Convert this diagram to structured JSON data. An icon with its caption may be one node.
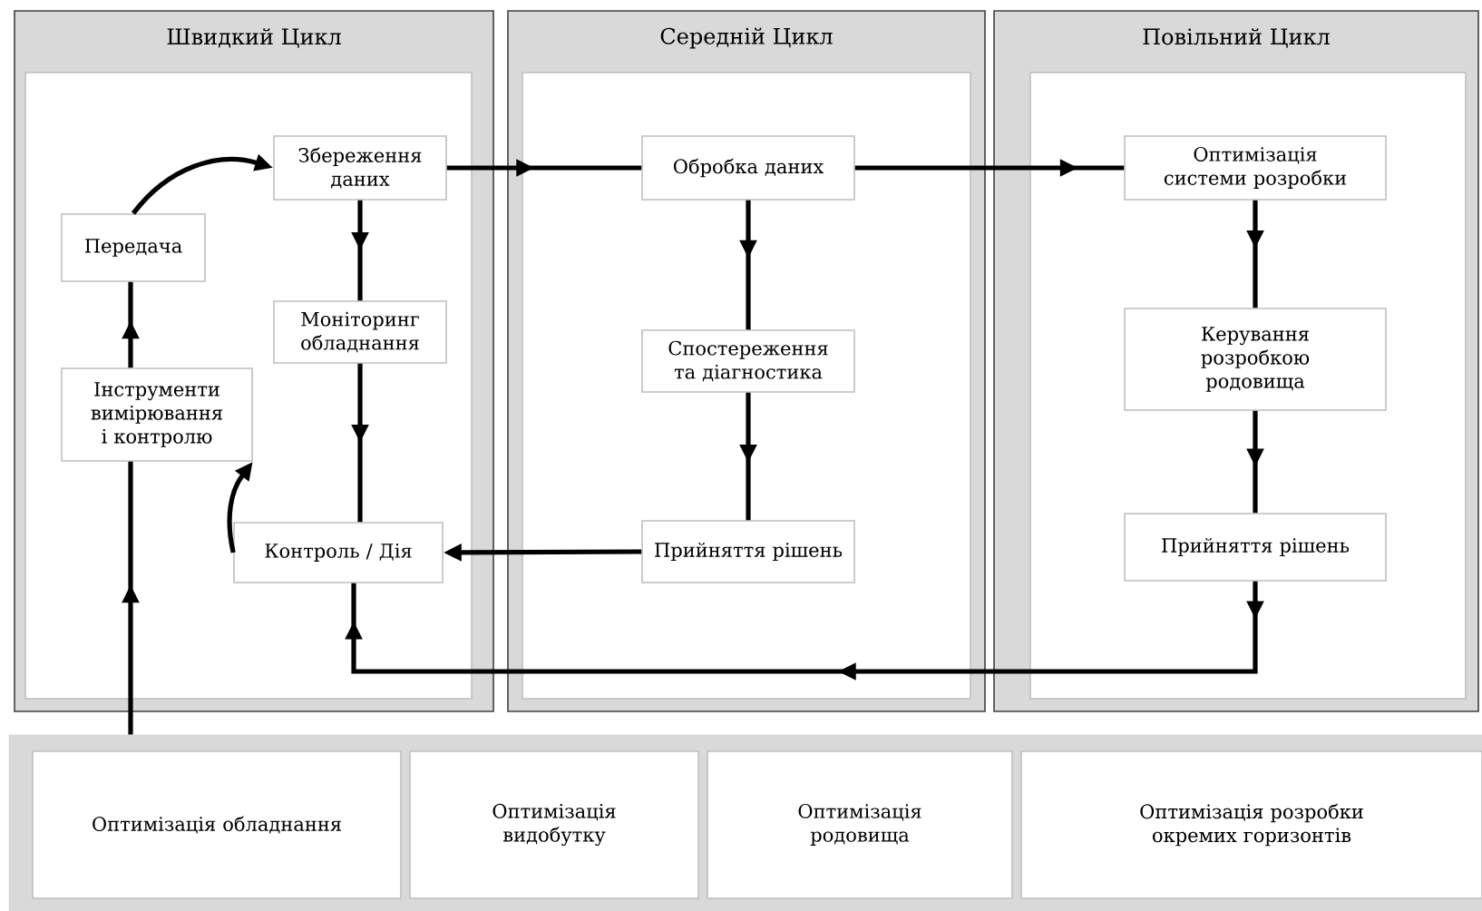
{
  "diagram": {
    "nodes": [
      {
        "text": [
          "Швидкий Цикл"
        ]
      },
      {
        "text": [
          "Передача"
        ],
        "in": 0
      },
      {
        "text": [
          "Збереження даних"
        ],
        "in": 0
      },
      {
        "text": [
          "Моніторинг обладнання"
        ],
        "in": 0
      },
      {
        "text": [
          "Інструменти вимірювання і контролю"
        ],
        "in": 0
      },
      {
        "text": [
          "Контроль / Дія"
        ],
        "in": 0
      },
      {
        "text": [
          "Середній Цикл"
        ]
      },
      {
        "text": [
          "Обробка даних"
        ],
        "in": 6
      },
      {
        "text": [
          "Спостереження та діагностика"
        ],
        "in": 6
      },
      {
        "text": [
          "Прийняття рішень"
        ],
        "in": 6
      },
      {
        "text": [
          "Повільний Цикл"
        ]
      },
      {
        "text": [
          "Оптимізація системи розробки"
        ],
        "in": 10
      },
      {
        "text": [
          "Керування розробкою родовища"
        ],
        "in": 10
      },
      {
        "text": [
          "Прийняття рішень"
        ],
        "in": 10
      },
      {
        "text": [],
        "shape": "box"
      },
      {
        "text": [
          "Оптимізація обладнання"
        ],
        "in": 14
      },
      {
        "text": [
          "Оптимізація видобутку"
        ],
        "in": 14
      },
      {
        "text": [
          "Оптимізація родовища"
        ],
        "in": 14
      },
      {
        "text": [
          "Оптимізація розробки окремих горизонтів"
        ],
        "in": 14
      }
    ],
    "edges": [
      {
        "from": 1,
        "to": 2,
        "arrow": "to"
      },
      {
        "from": 2,
        "to": 3,
        "arrow": "to"
      },
      {
        "from": 3,
        "to": 5,
        "arrow": "to"
      },
      {
        "from": 5,
        "to": 4,
        "arrow": "to"
      },
      {
        "from": 4,
        "to": 1,
        "arrow": "to"
      },
      {
        "from": 14,
        "to": 4,
        "arrow": "to"
      },
      {
        "from": 2,
        "to": 7,
        "arrow": "to"
      },
      {
        "from": 7,
        "to": 11,
        "arrow": "to"
      },
      {
        "from": 7,
        "to": 8,
        "arrow": "to"
      },
      {
        "from": 8,
        "to": 9,
        "arrow": "to"
      },
      {
        "from": 9,
        "to": 5,
        "arrow": "to"
      },
      {
        "from": 11,
        "to": 12,
        "arrow": "to"
      },
      {
        "from": 12,
        "to": 13,
        "arrow": "to"
      },
      {
        "from": 13,
        "to": 5,
        "arrow": "to"
      }
    ]
  }
}
